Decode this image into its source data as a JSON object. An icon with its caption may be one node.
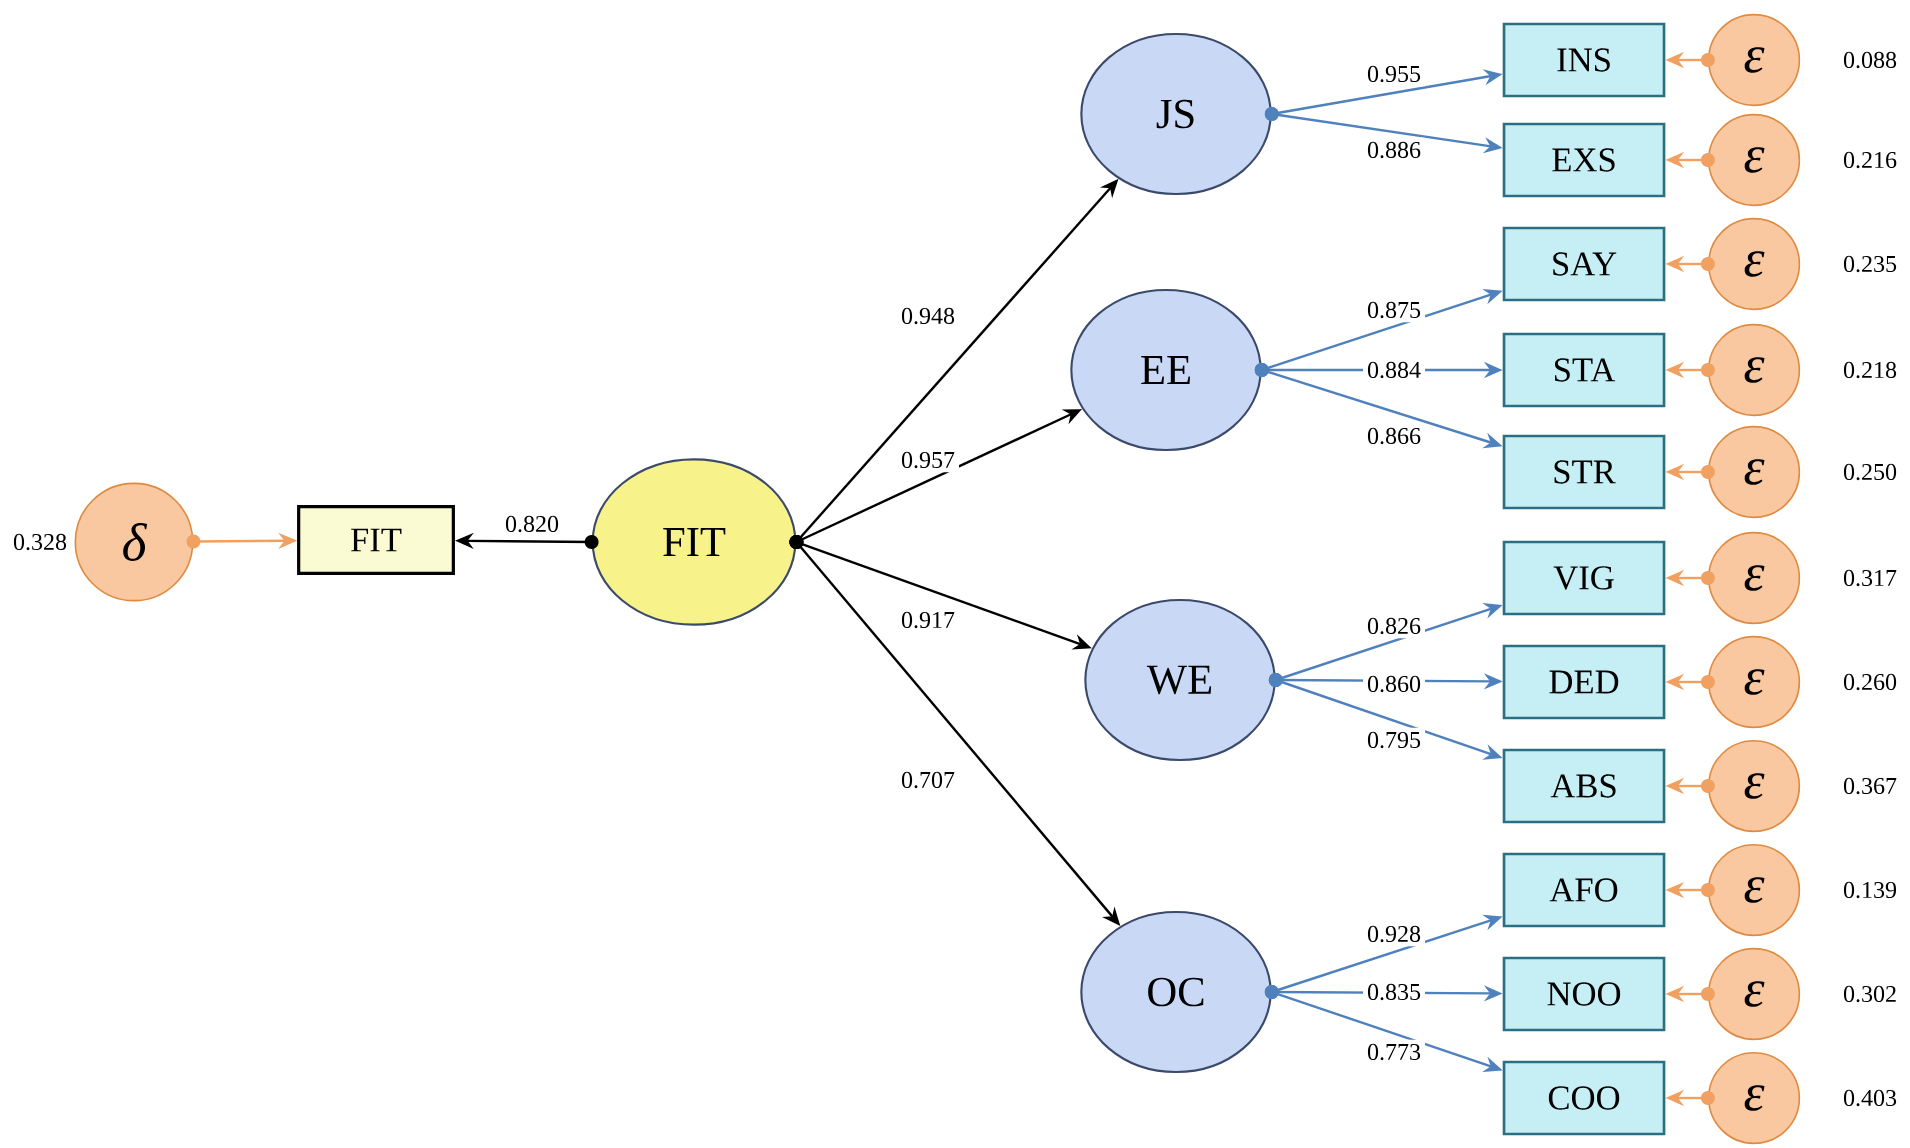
{
  "diagram": {
    "nodes": [
      {
        "text": [
          "δ"
        ],
        "beside": [
          "0.328"
        ]
      },
      {
        "text": [
          "FIT"
        ]
      },
      {
        "text": [
          "FIT"
        ]
      },
      {
        "text": [
          "JS"
        ]
      },
      {
        "text": [
          "EE"
        ]
      },
      {
        "text": [
          "WE"
        ]
      },
      {
        "text": [
          "OC"
        ]
      },
      {
        "text": [
          "INS"
        ]
      },
      {
        "text": [
          "EXS"
        ]
      },
      {
        "text": [
          "SAY"
        ]
      },
      {
        "text": [
          "STA"
        ]
      },
      {
        "text": [
          "STR"
        ]
      },
      {
        "text": [
          "VIG"
        ]
      },
      {
        "text": [
          "DED"
        ]
      },
      {
        "text": [
          "ABS"
        ]
      },
      {
        "text": [
          "AFO"
        ]
      },
      {
        "text": [
          "NOO"
        ]
      },
      {
        "text": [
          "COO"
        ]
      },
      {
        "text": [
          "ε"
        ],
        "beside": [
          "0.088"
        ]
      },
      {
        "text": [
          "ε"
        ],
        "beside": [
          "0.216"
        ]
      },
      {
        "text": [
          "ε"
        ],
        "beside": [
          "0.235"
        ]
      },
      {
        "text": [
          "ε"
        ],
        "beside": [
          "0.218"
        ]
      },
      {
        "text": [
          "ε"
        ],
        "beside": [
          "0.250"
        ]
      },
      {
        "text": [
          "ε"
        ],
        "beside": [
          "0.317"
        ]
      },
      {
        "text": [
          "ε"
        ],
        "beside": [
          "0.260"
        ]
      },
      {
        "text": [
          "ε"
        ],
        "beside": [
          "0.367"
        ]
      },
      {
        "text": [
          "ε"
        ],
        "beside": [
          "0.139"
        ]
      },
      {
        "text": [
          "ε"
        ],
        "beside": [
          "0.302"
        ]
      },
      {
        "text": [
          "ε"
        ],
        "beside": [
          "0.403"
        ]
      }
    ],
    "edges": [
      {
        "from": 0,
        "to": 1,
        "arrow": "to",
        "color": "#f0a060"
      },
      {
        "from": 2,
        "to": 1,
        "arrow": "to",
        "label": "0.820",
        "color": "#000000"
      },
      {
        "from": 2,
        "to": 3,
        "arrow": "to",
        "label": "0.948",
        "color": "#000000"
      },
      {
        "from": 2,
        "to": 4,
        "arrow": "to",
        "label": "0.957",
        "color": "#000000"
      },
      {
        "from": 2,
        "to": 5,
        "arrow": "to",
        "label": "0.917",
        "color": "#000000"
      },
      {
        "from": 2,
        "to": 6,
        "arrow": "to",
        "label": "0.707",
        "color": "#000000"
      },
      {
        "from": 3,
        "to": 7,
        "arrow": "to",
        "label": "0.955",
        "color": "#4f81bd"
      },
      {
        "from": 3,
        "to": 8,
        "arrow": "to",
        "label": "0.886",
        "color": "#4f81bd"
      },
      {
        "from": 4,
        "to": 9,
        "arrow": "to",
        "label": "0.875",
        "color": "#4f81bd"
      },
      {
        "from": 4,
        "to": 10,
        "arrow": "to",
        "label": "0.884",
        "color": "#4f81bd"
      },
      {
        "from": 4,
        "to": 11,
        "arrow": "to",
        "label": "0.866",
        "color": "#4f81bd"
      },
      {
        "from": 5,
        "to": 12,
        "arrow": "to",
        "label": "0.826",
        "color": "#4f81bd"
      },
      {
        "from": 5,
        "to": 13,
        "arrow": "to",
        "label": "0.860",
        "color": "#4f81bd"
      },
      {
        "from": 5,
        "to": 14,
        "arrow": "to",
        "label": "0.795",
        "color": "#4f81bd"
      },
      {
        "from": 6,
        "to": 15,
        "arrow": "to",
        "label": "0.928",
        "color": "#4f81bd"
      },
      {
        "from": 6,
        "to": 16,
        "arrow": "to",
        "label": "0.835",
        "color": "#4f81bd"
      },
      {
        "from": 6,
        "to": 17,
        "arrow": "to",
        "label": "0.773",
        "color": "#4f81bd"
      },
      {
        "from": 18,
        "to": 7,
        "arrow": "to",
        "color": "#f0a060"
      },
      {
        "from": 19,
        "to": 8,
        "arrow": "to",
        "color": "#f0a060"
      },
      {
        "from": 20,
        "to": 9,
        "arrow": "to",
        "color": "#f0a060"
      },
      {
        "from": 21,
        "to": 10,
        "arrow": "to",
        "color": "#f0a060"
      },
      {
        "from": 22,
        "to": 11,
        "arrow": "to",
        "color": "#f0a060"
      },
      {
        "from": 23,
        "to": 12,
        "arrow": "to",
        "color": "#f0a060"
      },
      {
        "from": 24,
        "to": 13,
        "arrow": "to",
        "color": "#f0a060"
      },
      {
        "from": 25,
        "to": 14,
        "arrow": "to",
        "color": "#f0a060"
      },
      {
        "from": 26,
        "to": 15,
        "arrow": "to",
        "color": "#f0a060"
      },
      {
        "from": 27,
        "to": 16,
        "arrow": "to",
        "color": "#f0a060"
      },
      {
        "from": 28,
        "to": 17,
        "arrow": "to",
        "color": "#f0a060"
      }
    ]
  }
}
